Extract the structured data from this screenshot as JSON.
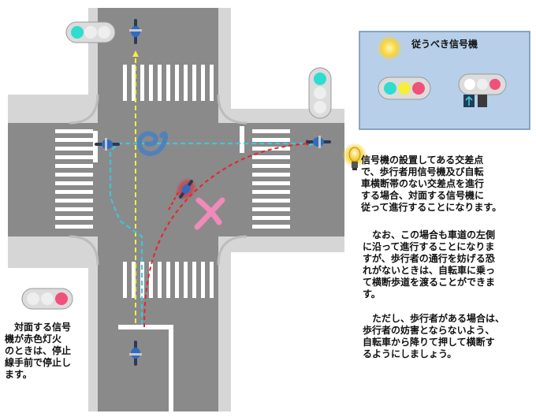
{
  "legend": {
    "title": "従うべき信号機",
    "colors": {
      "highlight": "#f7d33b",
      "panel": "#b7cfe9",
      "panel_border": "#6f8fb2"
    }
  },
  "paragraphs": {
    "p1": "信号機の設置してある交差点\nで、歩行者用信号機及び自転\n車横断帯のない交差点を進行\nする場合、対面する信号機に\n従って進行することになります。",
    "p2": "　なお、この場合も車道の左側\nに沿って進行することになりま\nすが、歩行者の通行を妨げる恐\nれがないときは、自転車に乗っ\nて横断歩道を渡ることができま\nす。",
    "p3": "　ただし、歩行者がある場合は、\n歩行者の妨害とならないよう、\n自転車から降りて押して横断す\nるようにしましょう。"
  },
  "note": "　対面する信号\n機が赤色灯火\nのときは、停止\n線手前で停止し\nます。",
  "marks": {
    "correct": "circle-mark",
    "wrong": "cross-mark"
  },
  "colors": {
    "road": "#8a8a8a",
    "sidewalk": "#d6d6d6",
    "crosswalk": "#ffffff",
    "green_lamp": "#2fdcd0",
    "yellow_lamp": "#f5ee3c",
    "red_lamp": "#f0517a",
    "lamp_off": "#eeeeee",
    "path_correct": "#3fc6d8",
    "path_wrong": "#e8232e",
    "path_straight": "#eff04a",
    "circle": "#4a7fc0",
    "cross": "#f08ab8"
  }
}
